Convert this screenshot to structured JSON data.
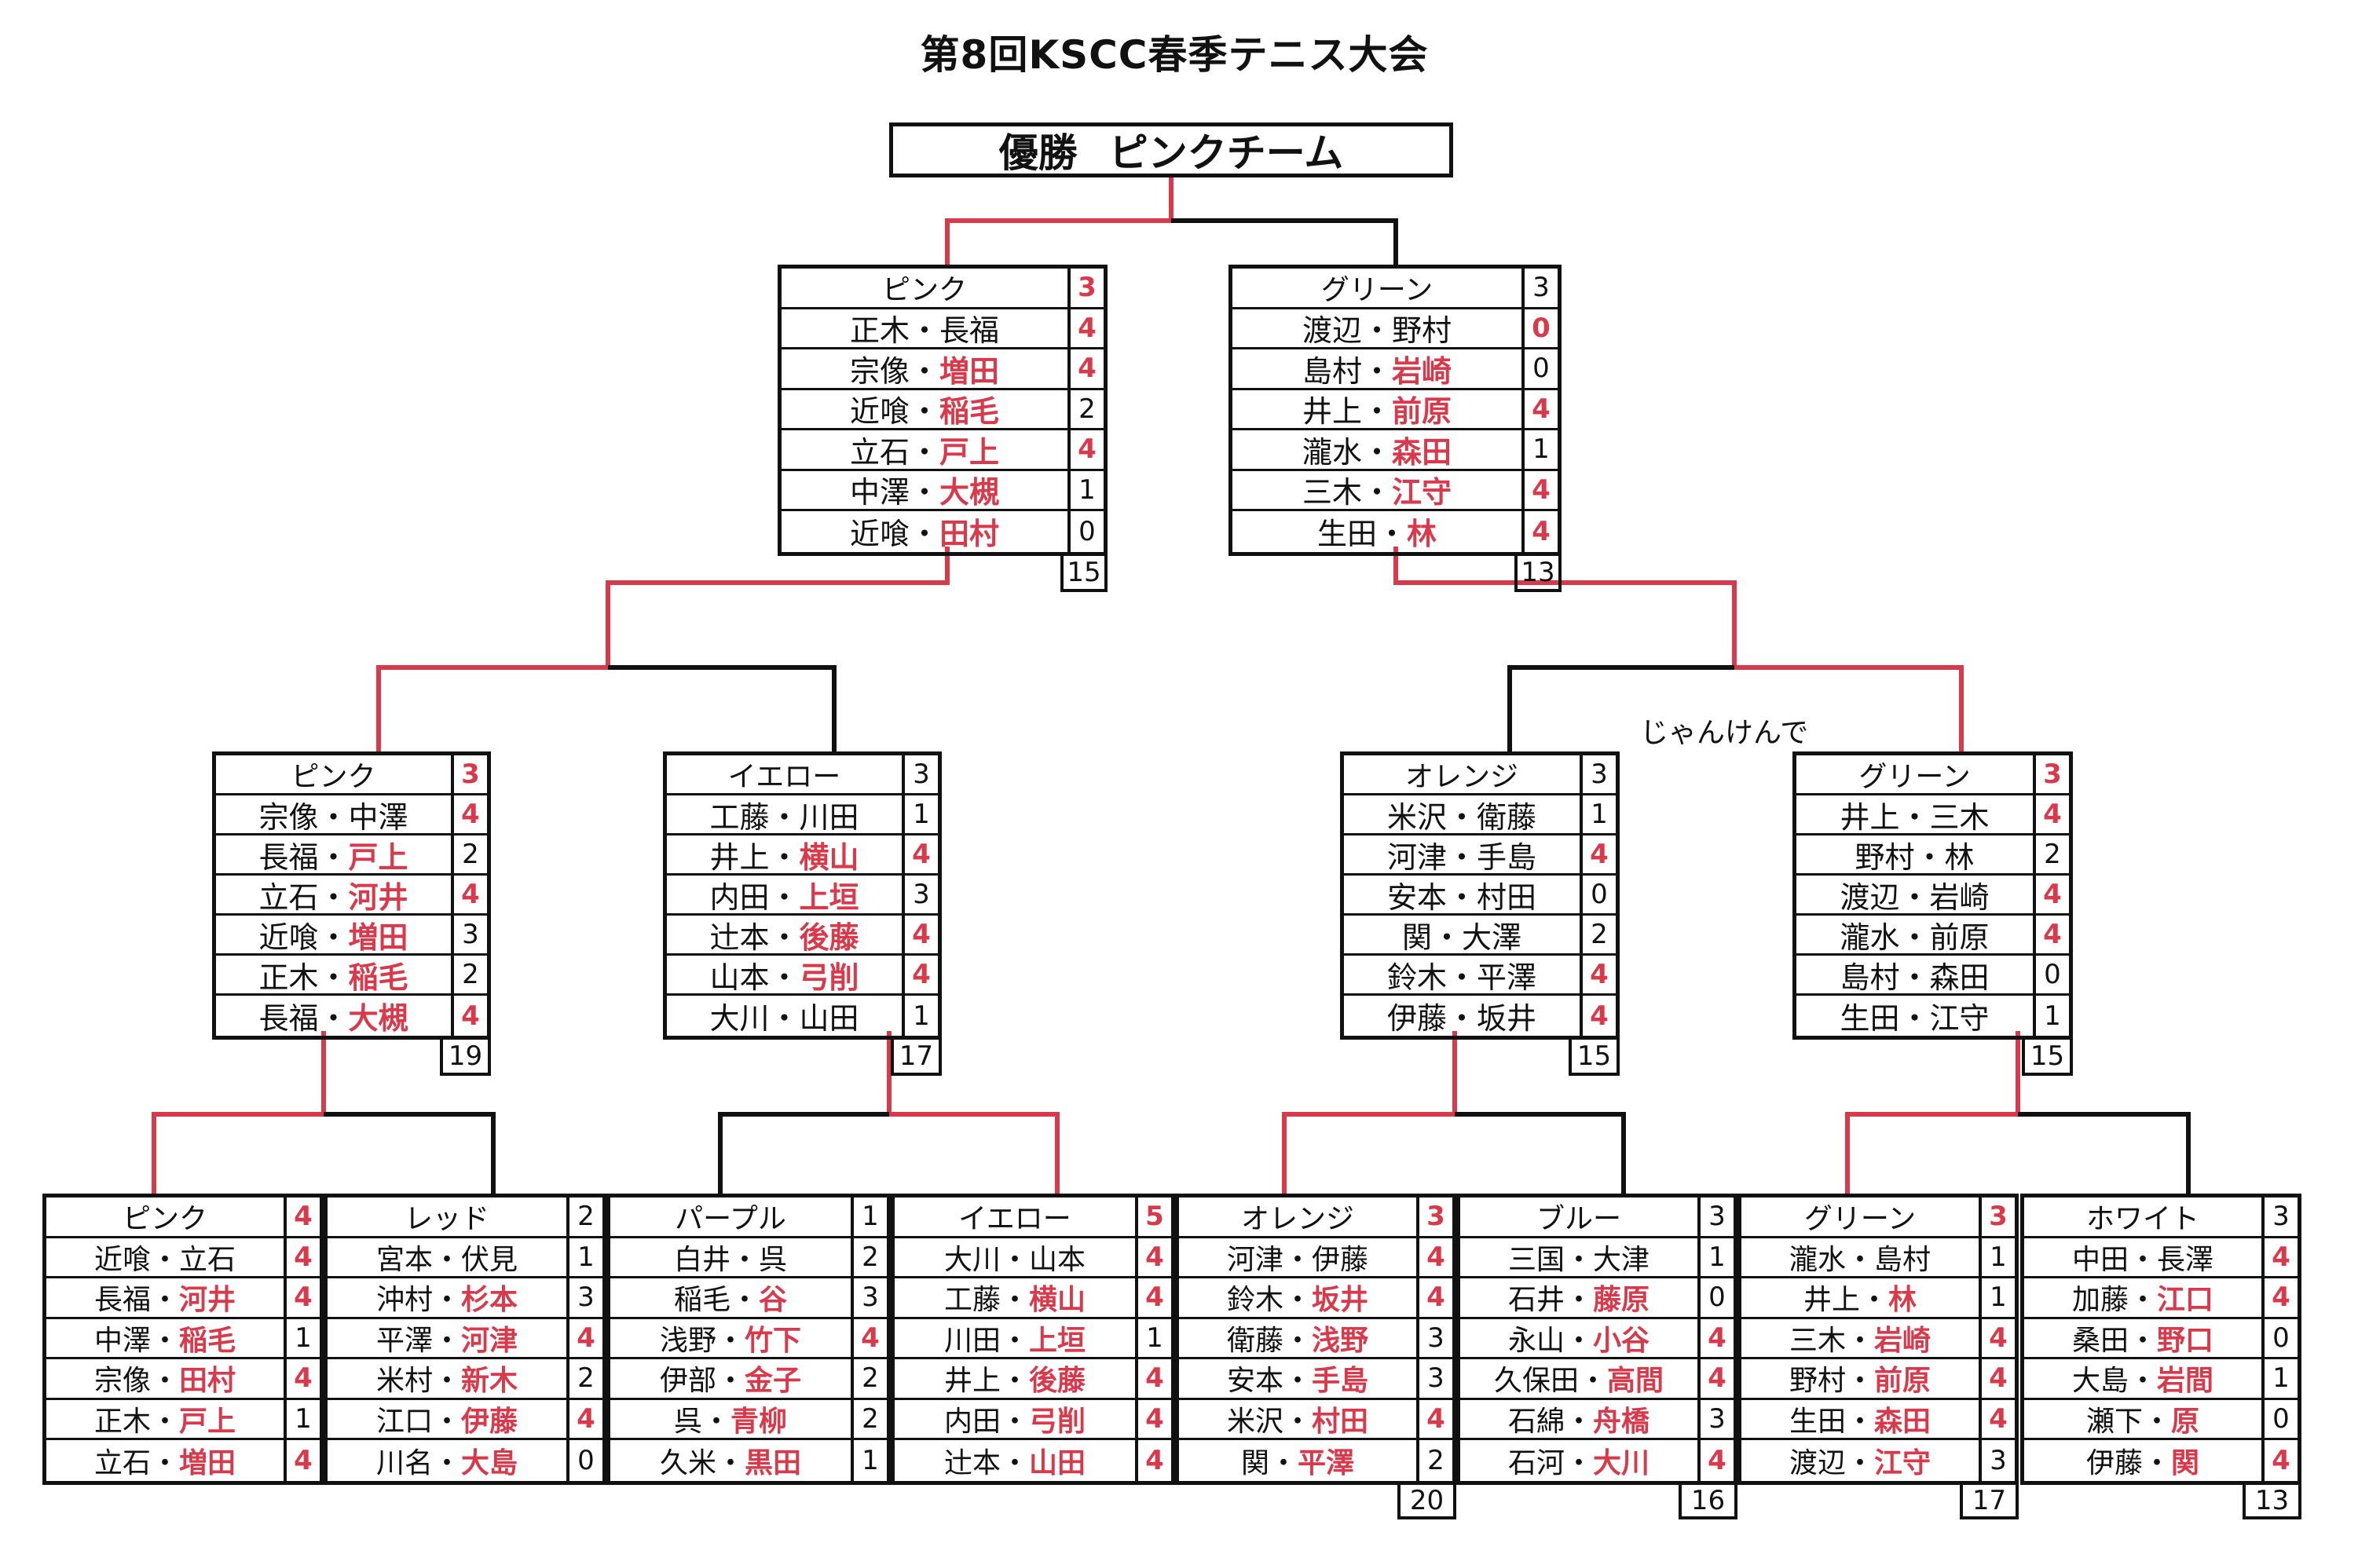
{
  "title": "第8回KSCC春季テニス大会",
  "winner": {
    "label": "優勝",
    "team": "ピンクチーム"
  },
  "note": "じゃんけんで",
  "colors": {
    "win": "#d83a4b",
    "line": "#111111"
  },
  "final": [
    {
      "team": "ピンク",
      "score": "3",
      "win": true,
      "total": "15",
      "matches": [
        {
          "a": "正木",
          "b": "長福",
          "red": "",
          "pts": "4",
          "win": true
        },
        {
          "a": "宗像",
          "b": "増田",
          "red": "b",
          "pts": "4",
          "win": true
        },
        {
          "a": "近喰",
          "b": "稲毛",
          "red": "b",
          "pts": "2",
          "win": false
        },
        {
          "a": "立石",
          "b": "戸上",
          "red": "b",
          "pts": "4",
          "win": true
        },
        {
          "a": "中澤",
          "b": "大槻",
          "red": "b",
          "pts": "1",
          "win": false
        },
        {
          "a": "近喰",
          "b": "田村",
          "red": "b",
          "pts": "0",
          "win": false
        }
      ]
    },
    {
      "team": "グリーン",
      "score": "3",
      "win": false,
      "total": "13",
      "matches": [
        {
          "a": "渡辺",
          "b": "野村",
          "red": "",
          "pts": "0",
          "win": true
        },
        {
          "a": "島村",
          "b": "岩崎",
          "red": "b",
          "pts": "0",
          "win": false
        },
        {
          "a": "井上",
          "b": "前原",
          "red": "b",
          "pts": "4",
          "win": true
        },
        {
          "a": "瀧水",
          "b": "森田",
          "red": "b",
          "pts": "1",
          "win": false
        },
        {
          "a": "三木",
          "b": "江守",
          "red": "b",
          "pts": "4",
          "win": true
        },
        {
          "a": "生田",
          "b": "林",
          "red": "b",
          "pts": "4",
          "win": true
        }
      ]
    }
  ],
  "semis": [
    {
      "team": "ピンク",
      "score": "3",
      "win": true,
      "total": "19",
      "matches": [
        {
          "a": "宗像",
          "b": "中澤",
          "red": "",
          "pts": "4",
          "win": true
        },
        {
          "a": "長福",
          "b": "戸上",
          "red": "b",
          "pts": "2",
          "win": false
        },
        {
          "a": "立石",
          "b": "河井",
          "red": "b",
          "pts": "4",
          "win": true
        },
        {
          "a": "近喰",
          "b": "増田",
          "red": "b",
          "pts": "3",
          "win": false
        },
        {
          "a": "正木",
          "b": "稲毛",
          "red": "b",
          "pts": "2",
          "win": false
        },
        {
          "a": "長福",
          "b": "大槻",
          "red": "b",
          "pts": "4",
          "win": true
        }
      ]
    },
    {
      "team": "イエロー",
      "score": "3",
      "win": false,
      "total": "17",
      "matches": [
        {
          "a": "工藤",
          "b": "川田",
          "red": "",
          "pts": "1",
          "win": false
        },
        {
          "a": "井上",
          "b": "横山",
          "red": "b",
          "pts": "4",
          "win": true
        },
        {
          "a": "内田",
          "b": "上垣",
          "red": "b",
          "pts": "3",
          "win": false
        },
        {
          "a": "辻本",
          "b": "後藤",
          "red": "b",
          "pts": "4",
          "win": true
        },
        {
          "a": "山本",
          "b": "弓削",
          "red": "b",
          "pts": "4",
          "win": true
        },
        {
          "a": "大川",
          "b": "山田",
          "red": "",
          "pts": "1",
          "win": false
        }
      ]
    },
    {
      "team": "オレンジ",
      "score": "3",
      "win": false,
      "total": "15",
      "matches": [
        {
          "a": "米沢",
          "b": "衛藤",
          "red": "",
          "pts": "1",
          "win": false
        },
        {
          "a": "河津",
          "b": "手島",
          "red": "",
          "pts": "4",
          "win": true
        },
        {
          "a": "安本",
          "b": "村田",
          "red": "",
          "pts": "0",
          "win": false
        },
        {
          "a": "関",
          "b": "大澤",
          "red": "",
          "pts": "2",
          "win": false
        },
        {
          "a": "鈴木",
          "b": "平澤",
          "red": "",
          "pts": "4",
          "win": true
        },
        {
          "a": "伊藤",
          "b": "坂井",
          "red": "",
          "pts": "4",
          "win": true
        }
      ]
    },
    {
      "team": "グリーン",
      "score": "3",
      "win": true,
      "total": "15",
      "matches": [
        {
          "a": "井上",
          "b": "三木",
          "red": "",
          "pts": "4",
          "win": true
        },
        {
          "a": "野村",
          "b": "林",
          "red": "",
          "pts": "2",
          "win": false
        },
        {
          "a": "渡辺",
          "b": "岩崎",
          "red": "",
          "pts": "4",
          "win": true
        },
        {
          "a": "瀧水",
          "b": "前原",
          "red": "",
          "pts": "4",
          "win": true
        },
        {
          "a": "島村",
          "b": "森田",
          "red": "",
          "pts": "0",
          "win": false
        },
        {
          "a": "生田",
          "b": "江守",
          "red": "",
          "pts": "1",
          "win": false
        }
      ]
    }
  ],
  "round1": [
    {
      "team": "ピンク",
      "score": "4",
      "win": true,
      "total": "",
      "matches": [
        {
          "a": "近喰",
          "b": "立石",
          "red": "",
          "pts": "4",
          "win": true
        },
        {
          "a": "長福",
          "b": "河井",
          "red": "b",
          "pts": "4",
          "win": true
        },
        {
          "a": "中澤",
          "b": "稲毛",
          "red": "b",
          "pts": "1",
          "win": false
        },
        {
          "a": "宗像",
          "b": "田村",
          "red": "b",
          "pts": "4",
          "win": true
        },
        {
          "a": "正木",
          "b": "戸上",
          "red": "b",
          "pts": "1",
          "win": false
        },
        {
          "a": "立石",
          "b": "増田",
          "red": "b",
          "pts": "4",
          "win": true
        }
      ]
    },
    {
      "team": "レッド",
      "score": "2",
      "win": false,
      "total": "",
      "matches": [
        {
          "a": "宮本",
          "b": "伏見",
          "red": "",
          "pts": "1",
          "win": false
        },
        {
          "a": "沖村",
          "b": "杉本",
          "red": "b",
          "pts": "3",
          "win": false
        },
        {
          "a": "平澤",
          "b": "河津",
          "red": "b",
          "pts": "4",
          "win": true
        },
        {
          "a": "米村",
          "b": "新木",
          "red": "b",
          "pts": "2",
          "win": false
        },
        {
          "a": "江口",
          "b": "伊藤",
          "red": "b",
          "pts": "4",
          "win": true
        },
        {
          "a": "川名",
          "b": "大島",
          "red": "b",
          "pts": "0",
          "win": false
        }
      ]
    },
    {
      "team": "パープル",
      "score": "1",
      "win": false,
      "total": "",
      "matches": [
        {
          "a": "白井",
          "b": "呉",
          "red": "",
          "pts": "2",
          "win": false
        },
        {
          "a": "稲毛",
          "b": "谷",
          "red": "b",
          "pts": "3",
          "win": false
        },
        {
          "a": "浅野",
          "b": "竹下",
          "red": "b",
          "pts": "4",
          "win": true
        },
        {
          "a": "伊部",
          "b": "金子",
          "red": "b",
          "pts": "2",
          "win": false
        },
        {
          "a": "呉",
          "b": "青柳",
          "red": "b",
          "pts": "2",
          "win": false
        },
        {
          "a": "久米",
          "b": "黒田",
          "red": "b",
          "pts": "1",
          "win": false
        }
      ]
    },
    {
      "team": "イエロー",
      "score": "5",
      "win": true,
      "total": "",
      "matches": [
        {
          "a": "大川",
          "b": "山本",
          "red": "",
          "pts": "4",
          "win": true
        },
        {
          "a": "工藤",
          "b": "横山",
          "red": "b",
          "pts": "4",
          "win": true
        },
        {
          "a": "川田",
          "b": "上垣",
          "red": "b",
          "pts": "1",
          "win": false
        },
        {
          "a": "井上",
          "b": "後藤",
          "red": "b",
          "pts": "4",
          "win": true
        },
        {
          "a": "内田",
          "b": "弓削",
          "red": "b",
          "pts": "4",
          "win": true
        },
        {
          "a": "辻本",
          "b": "山田",
          "red": "b",
          "pts": "4",
          "win": true
        }
      ]
    },
    {
      "team": "オレンジ",
      "score": "3",
      "win": true,
      "total": "20",
      "matches": [
        {
          "a": "河津",
          "b": "伊藤",
          "red": "",
          "pts": "4",
          "win": true
        },
        {
          "a": "鈴木",
          "b": "坂井",
          "red": "b",
          "pts": "4",
          "win": true
        },
        {
          "a": "衛藤",
          "b": "浅野",
          "red": "b",
          "pts": "3",
          "win": false
        },
        {
          "a": "安本",
          "b": "手島",
          "red": "b",
          "pts": "3",
          "win": false
        },
        {
          "a": "米沢",
          "b": "村田",
          "red": "b",
          "pts": "4",
          "win": true
        },
        {
          "a": "関",
          "b": "平澤",
          "red": "b",
          "pts": "2",
          "win": false
        }
      ]
    },
    {
      "team": "ブルー",
      "score": "3",
      "win": false,
      "total": "16",
      "matches": [
        {
          "a": "三国",
          "b": "大津",
          "red": "",
          "pts": "1",
          "win": false
        },
        {
          "a": "石井",
          "b": "藤原",
          "red": "b",
          "pts": "0",
          "win": false
        },
        {
          "a": "永山",
          "b": "小谷",
          "red": "b",
          "pts": "4",
          "win": true
        },
        {
          "a": "久保田",
          "b": "高間",
          "red": "b",
          "pts": "4",
          "win": true
        },
        {
          "a": "石綿",
          "b": "舟橋",
          "red": "b",
          "pts": "3",
          "win": false
        },
        {
          "a": "石河",
          "b": "大川",
          "red": "b",
          "pts": "4",
          "win": true
        }
      ]
    },
    {
      "team": "グリーン",
      "score": "3",
      "win": true,
      "total": "17",
      "matches": [
        {
          "a": "瀧水",
          "b": "島村",
          "red": "",
          "pts": "1",
          "win": false
        },
        {
          "a": "井上",
          "b": "林",
          "red": "b",
          "pts": "1",
          "win": false
        },
        {
          "a": "三木",
          "b": "岩崎",
          "red": "b",
          "pts": "4",
          "win": true
        },
        {
          "a": "野村",
          "b": "前原",
          "red": "b",
          "pts": "4",
          "win": true
        },
        {
          "a": "生田",
          "b": "森田",
          "red": "b",
          "pts": "4",
          "win": true
        },
        {
          "a": "渡辺",
          "b": "江守",
          "red": "b",
          "pts": "3",
          "win": false
        }
      ]
    },
    {
      "team": "ホワイト",
      "score": "3",
      "win": false,
      "total": "13",
      "matches": [
        {
          "a": "中田",
          "b": "長澤",
          "red": "",
          "pts": "4",
          "win": true
        },
        {
          "a": "加藤",
          "b": "江口",
          "red": "b",
          "pts": "4",
          "win": true
        },
        {
          "a": "桑田",
          "b": "野口",
          "red": "b",
          "pts": "0",
          "win": false
        },
        {
          "a": "大島",
          "b": "岩間",
          "red": "b",
          "pts": "1",
          "win": false
        },
        {
          "a": "瀬下",
          "b": "原",
          "red": "b",
          "pts": "0",
          "win": false
        },
        {
          "a": "伊藤",
          "b": "関",
          "red": "b",
          "pts": "4",
          "win": true
        }
      ]
    }
  ]
}
